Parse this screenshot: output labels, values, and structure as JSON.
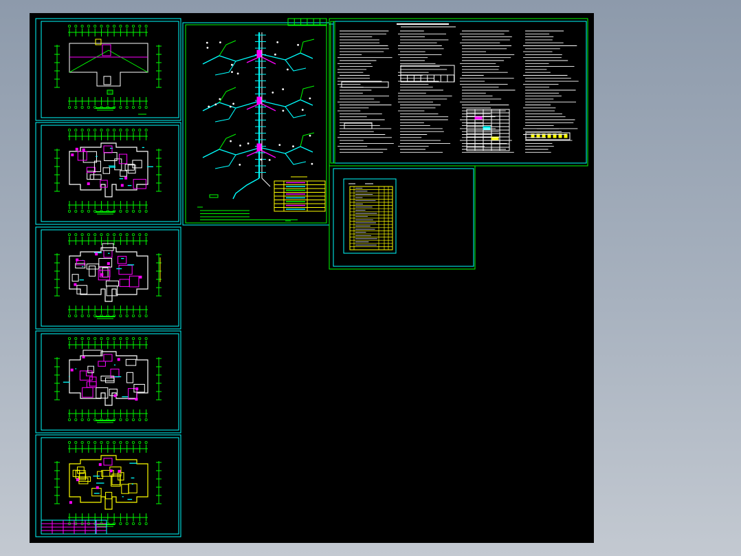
{
  "colors": {
    "background": "#000000",
    "frame": "#00ffff",
    "green": "#00ff00",
    "magenta": "#ff00ff",
    "yellow": "#ffff00",
    "white": "#ffffff",
    "cyan": "#00ffff"
  },
  "sheets": [
    {
      "kind": "floor-plan",
      "id": "plan-1"
    },
    {
      "kind": "floor-plan",
      "id": "plan-2"
    },
    {
      "kind": "floor-plan",
      "id": "plan-3"
    },
    {
      "kind": "floor-plan",
      "id": "plan-4"
    },
    {
      "kind": "floor-plan",
      "id": "plan-5"
    },
    {
      "kind": "riser-diagram",
      "id": "system-diagram"
    },
    {
      "kind": "design-notes",
      "id": "notes-sheet"
    },
    {
      "kind": "material-table",
      "id": "table-sheet"
    }
  ]
}
